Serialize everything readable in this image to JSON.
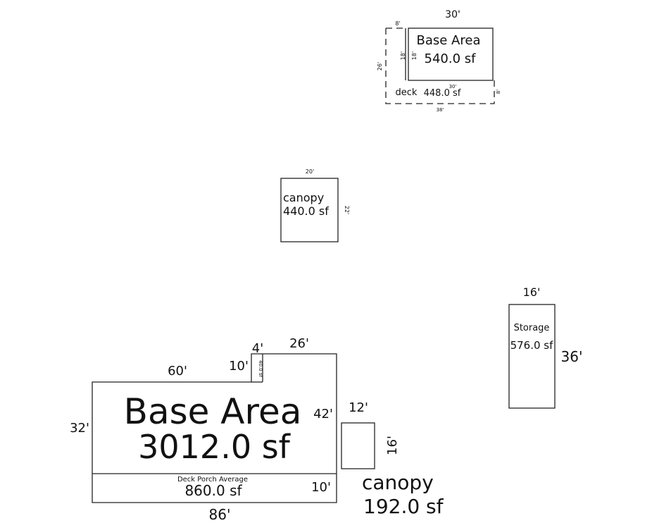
{
  "sketch": {
    "main_house": {
      "label": "Base Area",
      "area": "3012.0 sf",
      "dims": {
        "top_left": "60'",
        "left": "32'",
        "bottom": "86'",
        "right": "42'",
        "step_height": "10'",
        "step_width": "4'",
        "top_right": "26'"
      },
      "porch": {
        "label": "Deck Porch Average",
        "area": "860.0 sf",
        "depth": "10'"
      },
      "small_area": {
        "area": "40.0 sf"
      }
    },
    "small_canopy": {
      "label": "canopy",
      "area": "192.0 sf",
      "width": "12'",
      "height": "16'"
    },
    "storage": {
      "label": "Storage",
      "area": "576.0 sf",
      "width": "16'",
      "height": "36'"
    },
    "mid_canopy": {
      "label": "canopy",
      "area": "440.0 sf",
      "width": "20'",
      "height": "22'"
    },
    "guest_house": {
      "label": "Base Area",
      "area": "540.0 sf",
      "dims": {
        "top": "30'",
        "offset": "8'",
        "height_outer": "26'",
        "height_a": "18'",
        "height_b": "18'"
      },
      "deck": {
        "label": "deck",
        "area": "448.0 sf",
        "inner_top": "30'",
        "bottom": "38'",
        "right": "8'"
      }
    }
  }
}
